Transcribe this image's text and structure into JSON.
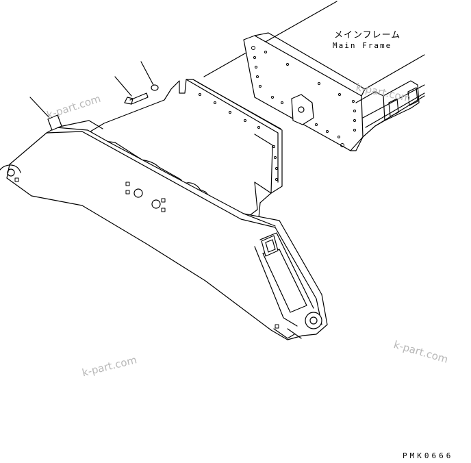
{
  "callout": {
    "main_frame_jp": "メインフレーム",
    "main_frame_en": "Main Frame"
  },
  "drawing_code": "PMK0666",
  "watermarks": [
    "k-part.com",
    "k-part.com",
    "k-part.com",
    "k-part.com"
  ],
  "colors": {
    "line": "#000000",
    "fill": "#ffffff",
    "watermark": "#b8b8b8"
  }
}
